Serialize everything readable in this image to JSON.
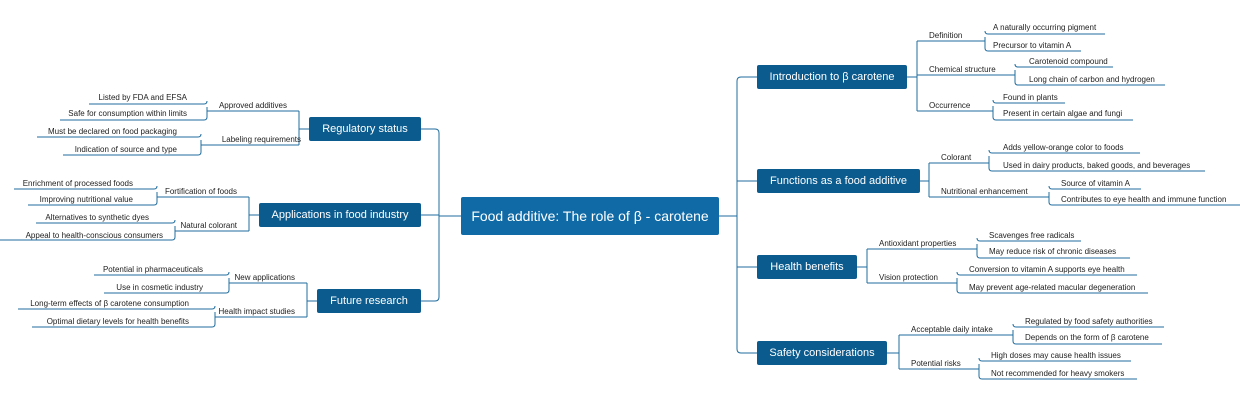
{
  "title": "Food additive: The role of β - carotene",
  "colors": {
    "central": "#0f6aa6",
    "branch": "#0b5b8e",
    "line": "#1f6c9e",
    "text": "#222222"
  },
  "right": [
    {
      "label": "Introduction to β carotene",
      "children": [
        {
          "label": "Definition",
          "children": [
            "A naturally occurring pigment",
            "Precursor to vitamin A"
          ]
        },
        {
          "label": "Chemical structure",
          "children": [
            "Carotenoid compound",
            "Long chain of carbon and hydrogen"
          ]
        },
        {
          "label": "Occurrence",
          "children": [
            "Found in plants",
            "Present in certain algae and fungi"
          ]
        }
      ]
    },
    {
      "label": "Functions as a food additive",
      "children": [
        {
          "label": "Colorant",
          "children": [
            "Adds yellow-orange color to foods",
            "Used in dairy products, baked goods, and beverages"
          ]
        },
        {
          "label": "Nutritional enhancement",
          "children": [
            "Source of vitamin A",
            "Contributes to eye health and immune function"
          ]
        }
      ]
    },
    {
      "label": "Health benefits",
      "children": [
        {
          "label": "Antioxidant properties",
          "children": [
            "Scavenges free radicals",
            "May reduce risk of chronic diseases"
          ]
        },
        {
          "label": "Vision protection",
          "children": [
            "Conversion to vitamin A supports eye health",
            "May prevent age-related macular degeneration"
          ]
        }
      ]
    },
    {
      "label": "Safety considerations",
      "children": [
        {
          "label": "Acceptable daily intake",
          "children": [
            "Regulated by food safety authorities",
            "Depends on the form of β carotene"
          ]
        },
        {
          "label": "Potential risks",
          "children": [
            "High doses may cause health issues",
            "Not recommended for heavy smokers"
          ]
        }
      ]
    }
  ],
  "left": [
    {
      "label": "Regulatory status",
      "children": [
        {
          "label": "Approved additives",
          "children": [
            "Listed by FDA and EFSA",
            "Safe for consumption within limits"
          ]
        },
        {
          "label": "Labeling requirements",
          "children": [
            "Must be declared on food packaging",
            "Indication of source and type"
          ]
        }
      ]
    },
    {
      "label": "Applications in food industry",
      "children": [
        {
          "label": "Fortification of foods",
          "children": [
            "Enrichment of processed foods",
            "Improving nutritional value"
          ]
        },
        {
          "label": "Natural colorant",
          "children": [
            "Alternatives to synthetic dyes",
            "Appeal to health-conscious consumers"
          ]
        }
      ]
    },
    {
      "label": "Future research",
      "children": [
        {
          "label": "New applications",
          "children": [
            "Potential in pharmaceuticals",
            "Use in cosmetic industry"
          ]
        },
        {
          "label": "Health impact studies",
          "children": [
            "Long-term effects of β carotene consumption",
            "Optimal dietary levels for health benefits"
          ]
        }
      ]
    }
  ]
}
